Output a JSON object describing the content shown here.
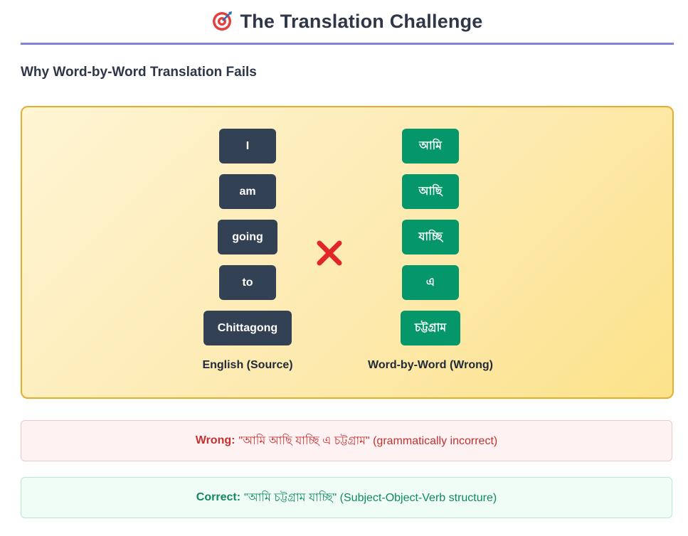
{
  "header": {
    "title": "The Translation Challenge",
    "icon": "target-icon"
  },
  "section": {
    "subtitle": "Why Word-by-Word Translation Fails"
  },
  "comparison": {
    "english_words": [
      "I",
      "am",
      "going",
      "to",
      "Chittagong"
    ],
    "bengali_words": [
      "আমি",
      "আছি",
      "যাচ্ছি",
      "এ",
      "চট্টগ্রাম"
    ],
    "english_label": "English (Source)",
    "bengali_label": "Word-by-Word (Wrong)",
    "divider_icon": "cross-mark-icon"
  },
  "notes": {
    "wrong_label": "Wrong:",
    "wrong_text": "\"আমি আছি যাচ্ছি এ চট্টগ্রাম\" (grammatically incorrect)",
    "correct_label": "Correct:",
    "correct_text": "\"আমি চট্টগ্রাম যাচ্ছি\" (Subject-Object-Verb structure)"
  },
  "colors": {
    "accent_line": "#7b86d6",
    "english_chip": "#334155",
    "bengali_chip": "#059669",
    "demo_border": "#e5ad2c",
    "wrong_text": "#c53030",
    "correct_text": "#0f8a5f"
  }
}
